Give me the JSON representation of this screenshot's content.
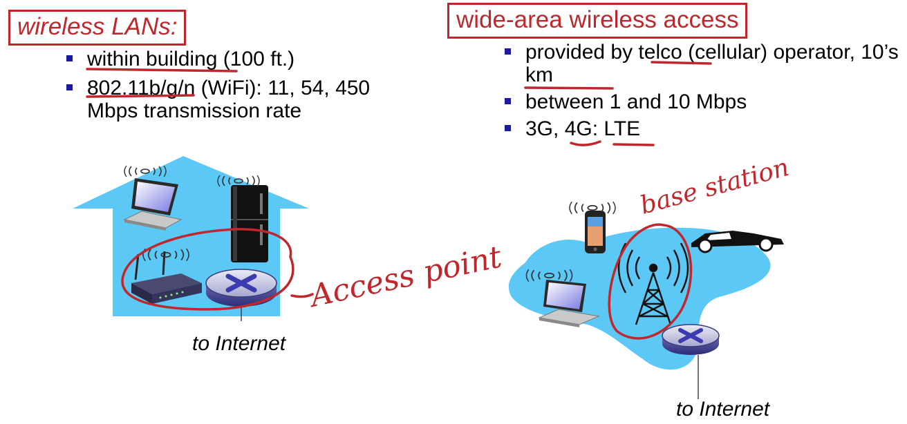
{
  "left_panel": {
    "title": "wireless LANs:",
    "bullets": [
      "within building (100 ft.)",
      "802.11b/g/n (WiFi): 11, 54, 450 Mbps transmission rate"
    ],
    "caption": "to Internet",
    "annotation": "Access point",
    "icons": [
      "house-icon",
      "laptop-icon",
      "refrigerator-icon",
      "wifi-router-icon",
      "access-point-icon",
      "wireless-signal-icon"
    ]
  },
  "right_panel": {
    "title": "wide-area wireless access",
    "bullets": [
      "provided by telco (cellular) operator, 10’s km",
      "between 1 and 10 Mbps",
      "3G, 4G: LTE"
    ],
    "caption": "to Internet",
    "annotation": "base station",
    "icons": [
      "coverage-cloud-icon",
      "smartphone-icon",
      "car-icon",
      "laptop-icon",
      "cell-tower-icon",
      "router-icon",
      "wireless-signal-icon"
    ]
  },
  "colors": {
    "annotation_red": "#c0272d",
    "sky_blue": "#5bc8f5",
    "bullet_blue": "#1a1a9c"
  }
}
